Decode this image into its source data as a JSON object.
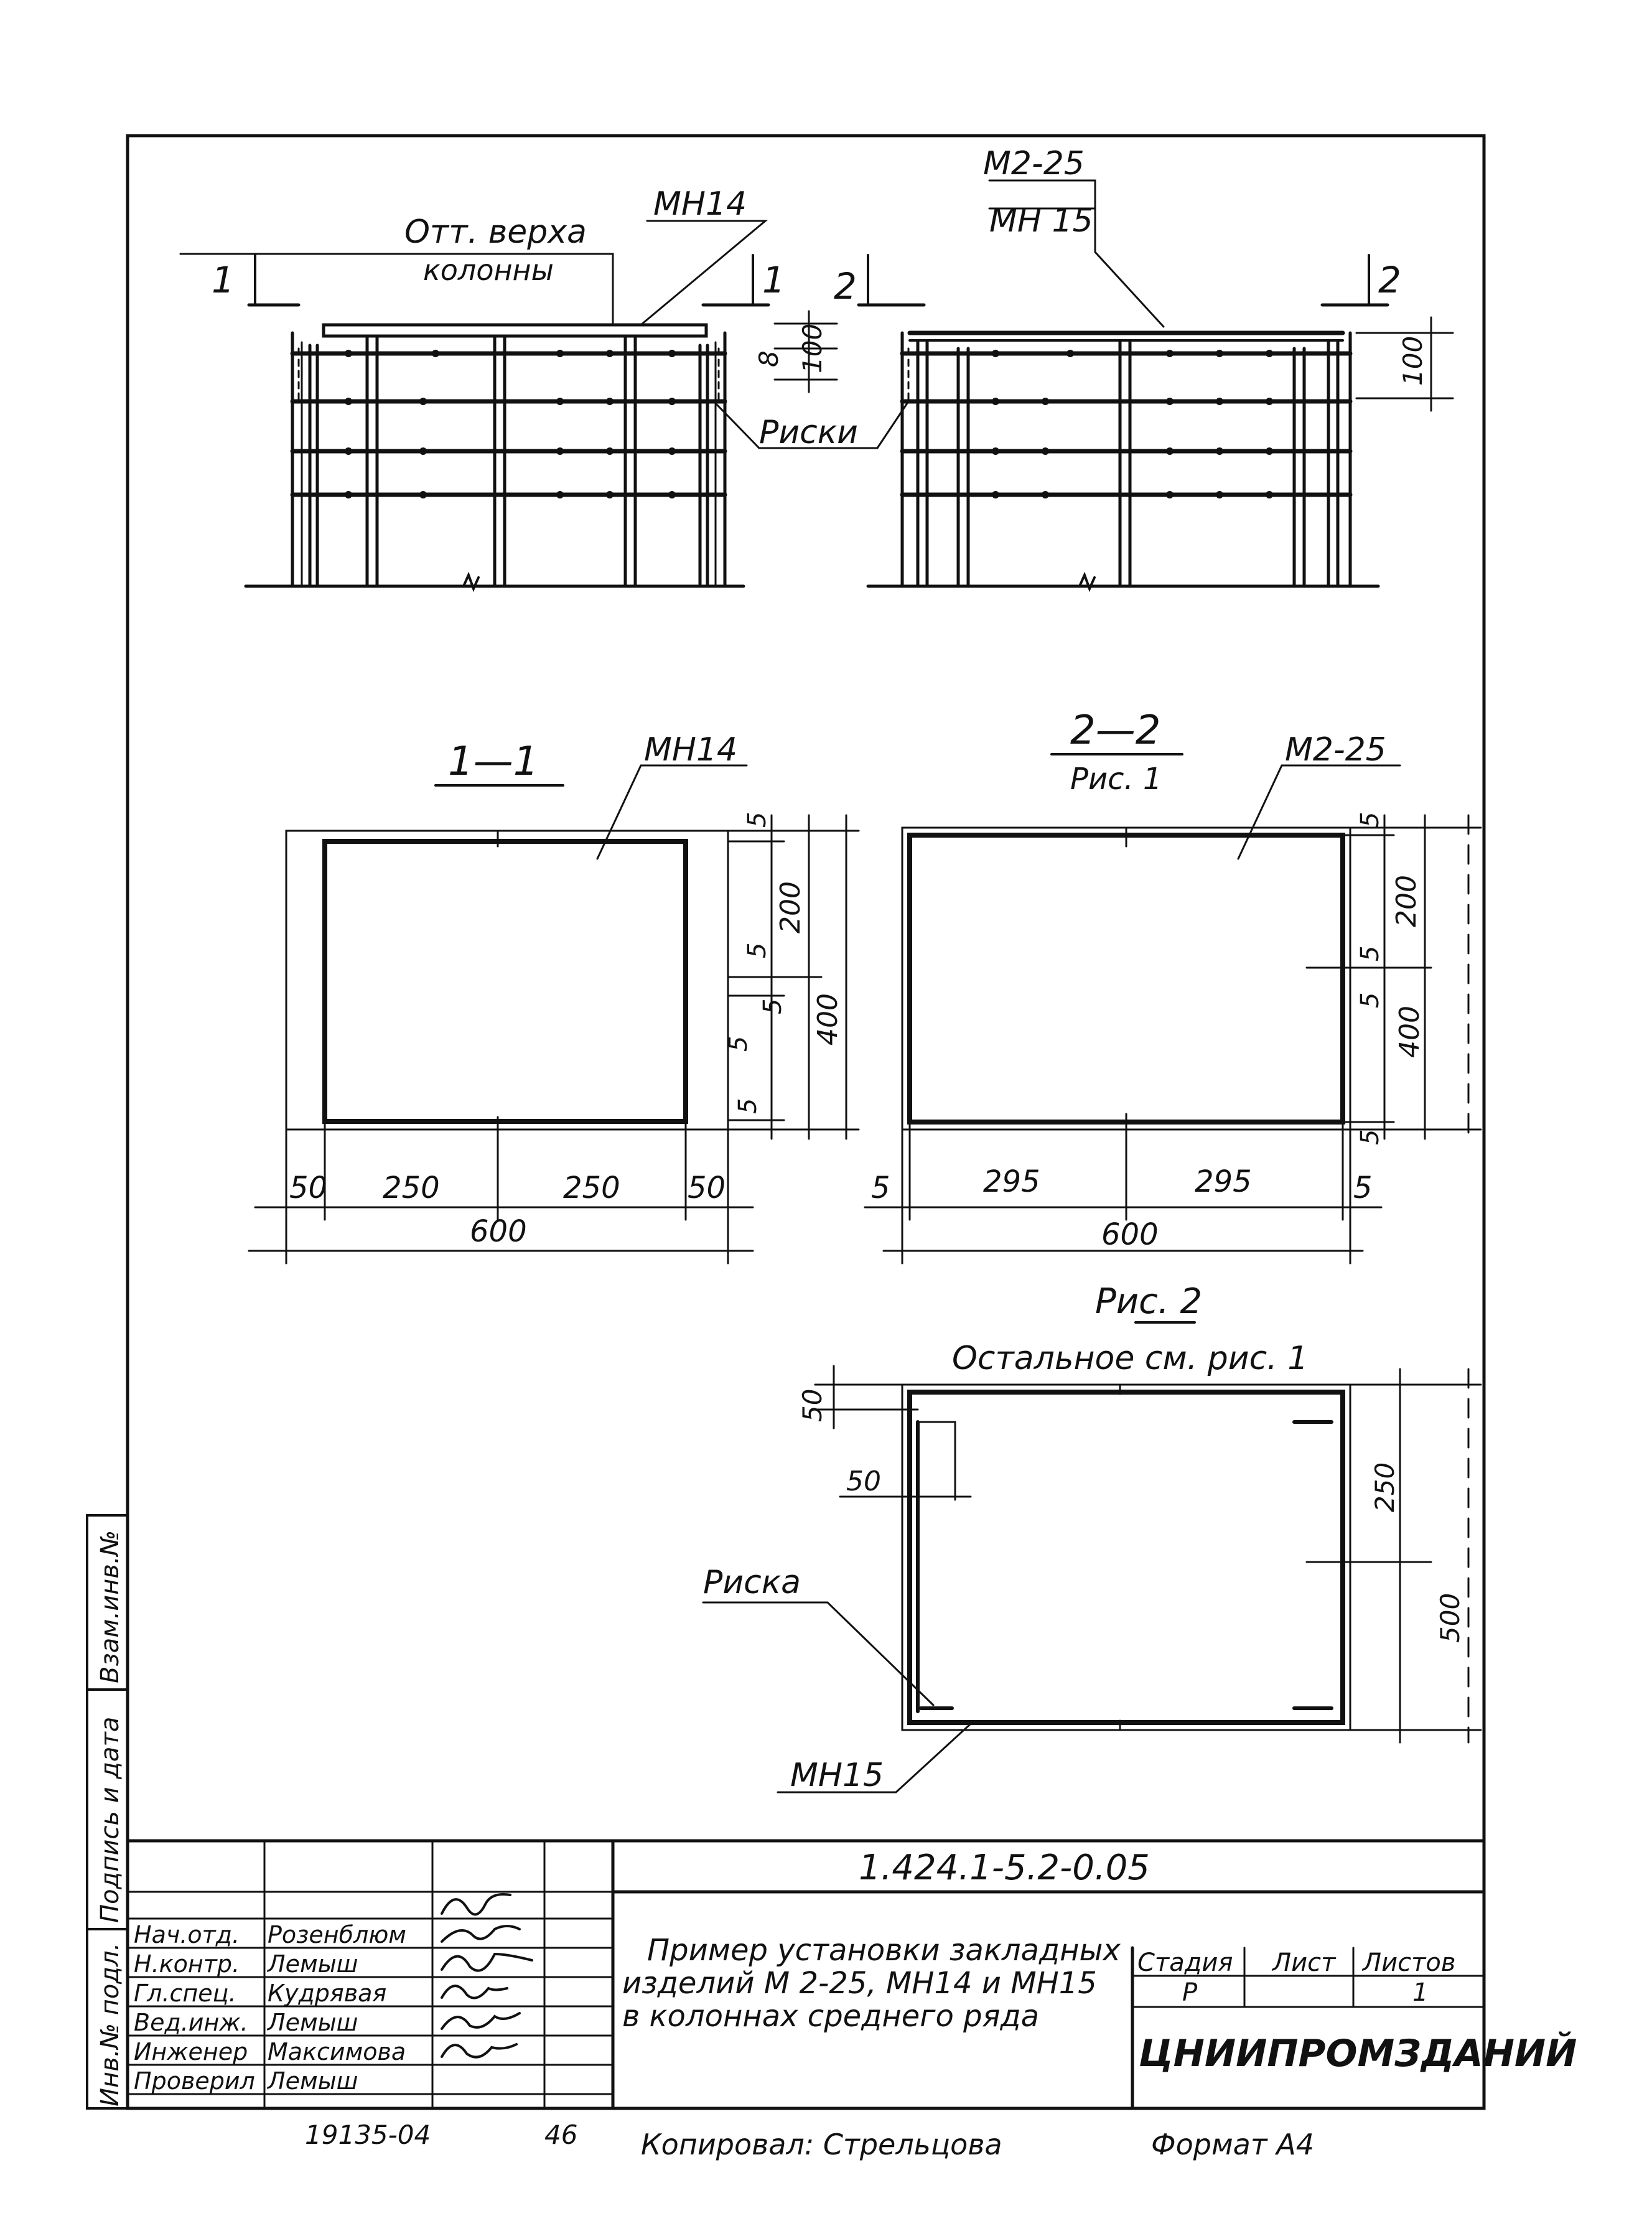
{
  "elevation_left": {
    "label_top": "Отт. верха",
    "label_bottom": "колонны",
    "part": "МН14",
    "cut_left": "1",
    "cut_right": "1",
    "dim_8": "8",
    "dim_100": "100",
    "marks_label": "Риски"
  },
  "elevation_right": {
    "part_top": "М2-25",
    "part_bottom": "МН 15",
    "cut_left": "2",
    "cut_right": "2",
    "dim_100": "100"
  },
  "section_1_1": {
    "title": "1—1",
    "part": "МН14",
    "dims_right": [
      "5",
      "200",
      "5",
      "5",
      "5",
      "5",
      "400"
    ],
    "dims_bottom": [
      "50",
      "250",
      "250",
      "50"
    ],
    "total": "600"
  },
  "section_2_2": {
    "title": "2—2",
    "subtitle": "Рис. 1",
    "part": "М2-25",
    "dims_right": [
      "5",
      "200",
      "5",
      "5",
      "400",
      "5"
    ],
    "dims_bottom": [
      "5",
      "295",
      "295",
      "5"
    ],
    "total": "600"
  },
  "fig2": {
    "title": "Рис. 2",
    "subtitle": "Остальное см. рис. 1",
    "dim_50_top": "50",
    "dim_50_mid": "50",
    "dim_250": "250",
    "dim_500": "500",
    "mark_label": "Риска",
    "part": "МН15"
  },
  "title_block": {
    "doc_number": "1.424.1-5.2-0.05",
    "title_line1": "Пример установки закладных",
    "title_line2": "изделий М 2-25, МН14 и МН15",
    "title_line3": "в колоннах среднего ряда",
    "stage_header": "Стадия",
    "sheet_header": "Лист",
    "sheets_header": "Листов",
    "stage_value": "Р",
    "sheets_value": "1",
    "organization": "ЦНИИПРОМЗДАНИЙ",
    "roles": [
      "Нач.отд.",
      "Н.контр.",
      "Гл.спец.",
      "Вед.инж.",
      "Инженер",
      "Проверил"
    ],
    "names": [
      "Розенблюм",
      "Лемыш",
      "Кудрявая",
      "Лемыш",
      "Максимова",
      "Лемыш"
    ]
  },
  "side_stamp": {
    "inv": "Инв.№ подл.",
    "sign": "Подпись и дата",
    "replace": "Взам.инв.№"
  },
  "footer": {
    "code": "19135-04",
    "page": "46",
    "copied": "Копировал: Стрельцова",
    "format": "Формат А4"
  }
}
